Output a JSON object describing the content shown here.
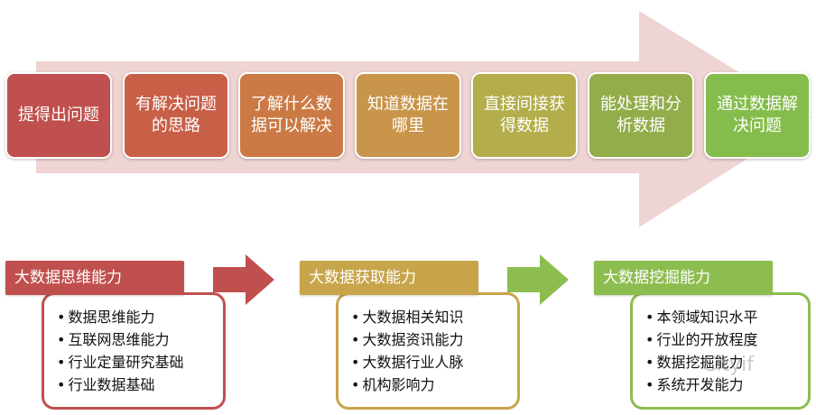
{
  "process_steps": [
    {
      "label": "提得出问题",
      "color": "#c0504d"
    },
    {
      "label": "有解决问题的思路",
      "color": "#c85f47"
    },
    {
      "label": "了解什么数据可以解决",
      "color": "#cb7a45"
    },
    {
      "label": "知道数据在哪里",
      "color": "#c9954a"
    },
    {
      "label": "直接间接获得数据",
      "color": "#b3ad4b"
    },
    {
      "label": "能处理和分析数据",
      "color": "#93ad4b"
    },
    {
      "label": "通过数据解决问题",
      "color": "#85bd4c"
    }
  ],
  "capabilities": [
    {
      "title": "大数据思维能力",
      "color": "#c0504d",
      "items": [
        "数据思维能力",
        "互联网思维能力",
        "行业定量研究基础",
        "行业数据基础"
      ]
    },
    {
      "title": "大数据获取能力",
      "color": "#c8a54a",
      "items": [
        "大数据相关知识",
        "大数据资讯能力",
        "大数据行业人脉",
        "机构影响力"
      ]
    },
    {
      "title": "大数据挖掘能力",
      "color": "#8dbd4f",
      "items": [
        "本领域知识水平",
        "行业的开放程度",
        "数据挖掘能力",
        "系统开发能力"
      ]
    }
  ],
  "colors": {
    "big_arrow": "#efd4d4",
    "connector_1": "#c0504d",
    "connector_2": "#8dbd4f"
  },
  "watermark": "Cityif"
}
